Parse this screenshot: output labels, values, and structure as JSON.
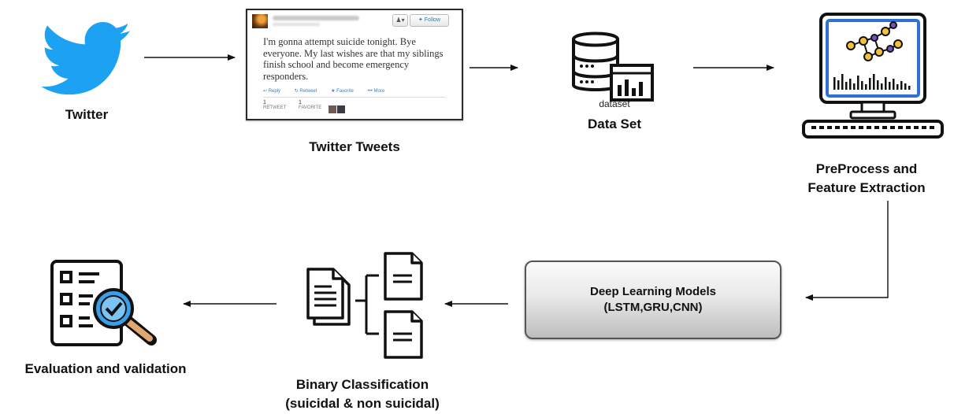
{
  "nodes": {
    "twitter": {
      "label": "Twitter"
    },
    "tweets": {
      "label": "Twitter Tweets",
      "tweet_text": "I'm gonna attempt suicide tonight. Bye everyone. My last wishes are that my siblings finish school and become emergency responders.",
      "follow_label": "Follow",
      "actions": [
        "Reply",
        "Retweet",
        "Favorite",
        "More"
      ],
      "stats": [
        {
          "count": "1",
          "label": "RETWEET"
        },
        {
          "count": "1",
          "label": "FAVORITE"
        }
      ]
    },
    "dataset": {
      "label": "Data Set",
      "icon_caption": "dataset"
    },
    "preprocess": {
      "label_line1": "PreProcess and",
      "label_line2": "Feature Extraction"
    },
    "models": {
      "line1": "Deep Learning Models",
      "line2": "(LSTM,GRU,CNN)"
    },
    "classification": {
      "line1": "Binary Classification",
      "line2": "(suicidal & non suicidal)"
    },
    "evaluation": {
      "label": "Evaluation and validation"
    }
  },
  "colors": {
    "twitter_blue": "#1da1f2",
    "monitor_blue": "#2f6fd6",
    "graph_node": "#f2c23c",
    "graph_node_purple": "#7b4fc8",
    "magnifier": "#3a9ee8",
    "handle": "#e0a870"
  },
  "icons": [
    "twitter-bird-icon",
    "database-icon",
    "monitor-analytics-icon",
    "documents-split-icon",
    "checklist-magnifier-icon"
  ]
}
